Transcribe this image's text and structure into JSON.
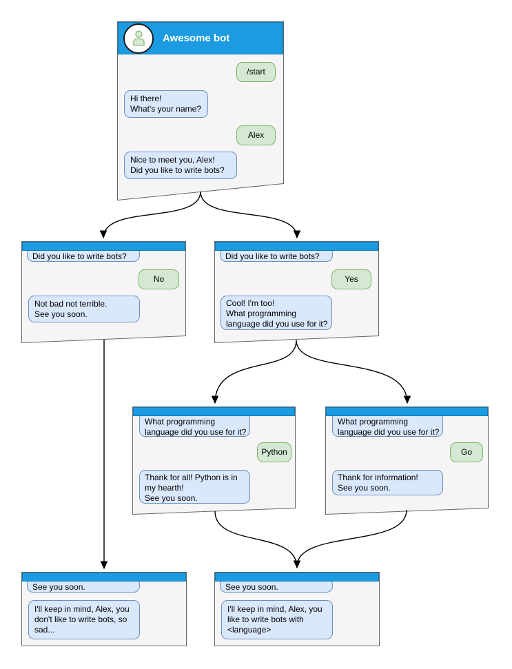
{
  "diagram_type": "chatbot-conversation-flow",
  "colors": {
    "titlebar_fill": "#1C9BE1",
    "titlebar_border": "#0d79b5",
    "window_fill": "#F5F5F5",
    "window_border": "#666666",
    "bot_bubble_fill": "#DAE8FC",
    "bot_bubble_border": "#6C8EBF",
    "user_bubble_fill": "#D5E8D4",
    "user_bubble_border": "#82B366",
    "arrow": "#000000"
  },
  "windows": {
    "main": {
      "title": "Awesome bot",
      "m0": "/start",
      "m1": "Hi there!\nWhat's your name?",
      "m2": "Alex",
      "m3": "Nice to meet you, Alex!\nDid you like to write bots?"
    },
    "branch_no": {
      "q": "Did you like to write bots?",
      "answer": "No",
      "reply": "Not bad not terrible.\nSee you soon."
    },
    "branch_yes": {
      "q": "Did you like to write bots?",
      "answer": "Yes",
      "reply": "Cool! I'm too!\nWhat programming\nlanguage did you use for it?"
    },
    "branch_python": {
      "q": "What programming\nlanguage did you use for it?",
      "answer": "Python",
      "reply": "Thank for all! Python is in\nmy hearth!\nSee you soon."
    },
    "branch_go": {
      "q": "What programming\nlanguage did you use for it?",
      "answer": "Go",
      "reply": "Thank for information!\nSee you soon."
    },
    "end_no": {
      "q": "See you soon.",
      "reply": "I'll keep in mind, Alex, you\ndon't like to write bots, so\nsad..."
    },
    "end_yes": {
      "q": "See you soon.",
      "reply": "I'll keep in mind, Alex, you\nlike to write bots with\n<language>"
    }
  }
}
